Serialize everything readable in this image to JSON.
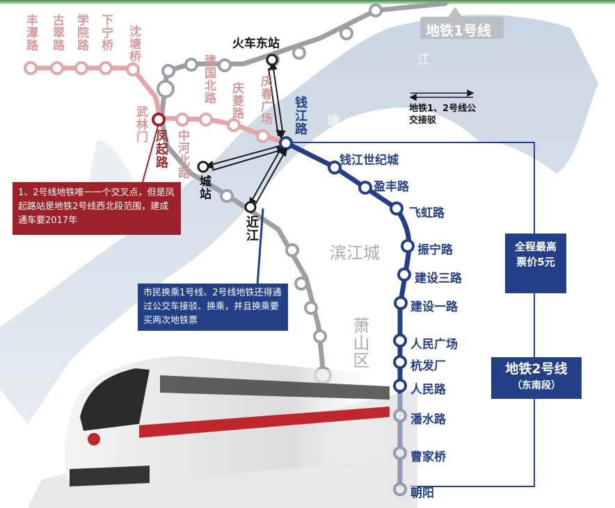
{
  "colors": {
    "line1": "#9aa0a6",
    "line2_west": "#e3a7a9",
    "line2_east": "#233f86",
    "river": "#c9d6e3",
    "accent_red": "#9a2228"
  },
  "line1": {
    "label": "地铁1号线",
    "stations": {
      "huochedong": "火车东站",
      "jinjiang": "近江",
      "chengzhan": "城站"
    }
  },
  "line2_west": {
    "stations": [
      "丰潭路",
      "古翠路",
      "学院路",
      "下宁桥",
      "沈塘桥",
      "武林门",
      "凤起路",
      "中河北路",
      "建国北路",
      "庆菱路",
      "庆春广场"
    ]
  },
  "line2_east": {
    "label": "地铁2号线",
    "sublabel": "（东南段）",
    "stations": [
      "钱江路",
      "钱江世纪城",
      "盈丰路",
      "飞虹路",
      "振宁路",
      "建设三路",
      "建设一路",
      "人民广场",
      "杭发厂",
      "人民路",
      "潘水路",
      "曹家桥",
      "朝阳"
    ]
  },
  "places": {
    "binjiang": "滨江城",
    "xiaoshan": "萧山区",
    "river_chars": [
      "江",
      "塘",
      "钱"
    ]
  },
  "legend": {
    "text": "地铁1、2号线公交接驳"
  },
  "callouts": {
    "fengqi": "1、2号线地铁唯一一个交叉点，但是凤起路站是地铁2号线西北段范围，建成通车要2017年",
    "transfer": "市民换乘1号线、2号线地铁还得通过公交车接驳、换乘，并且换乘要买两次地铁票",
    "fare": "全程最高票价5元"
  }
}
